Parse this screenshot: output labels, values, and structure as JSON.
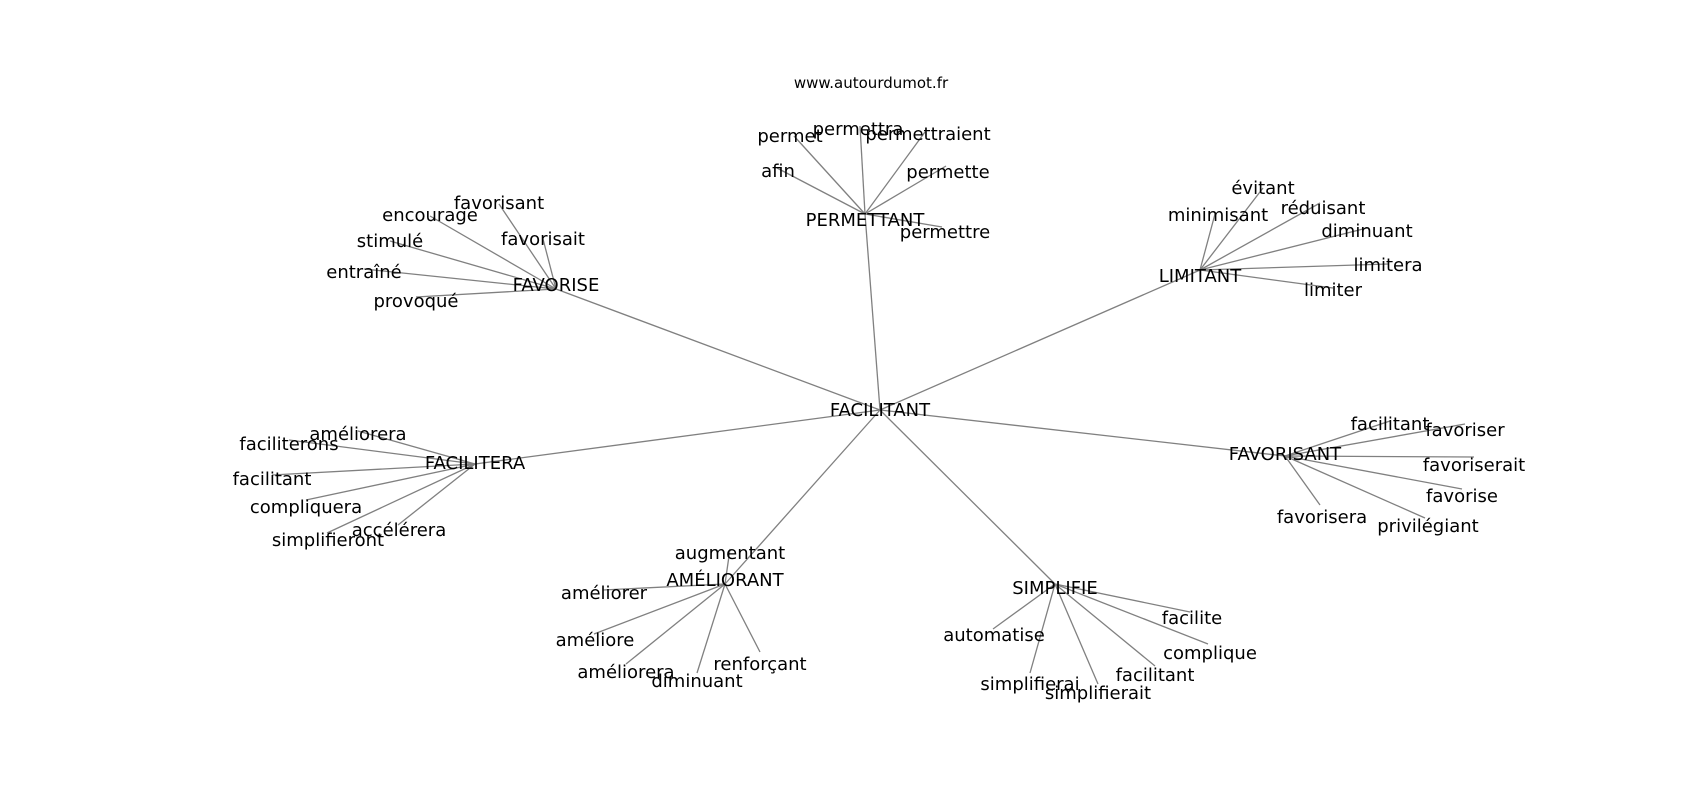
{
  "watermark": "www.autourdumot.fr",
  "center": "FACILITANT",
  "hubs": [
    {
      "label": "PERMETTANT",
      "words": [
        "permet",
        "permettra",
        "permettraient",
        "afin",
        "permette",
        "permettre"
      ]
    },
    {
      "label": "LIMITANT",
      "words": [
        "évitant",
        "minimisant",
        "réduisant",
        "diminuant",
        "limitera",
        "limiter"
      ]
    },
    {
      "label": "FAVORISANT",
      "words": [
        "facilitant",
        "favoriser",
        "favoriserait",
        "favorise",
        "favorisera",
        "privilégiant"
      ]
    },
    {
      "label": "SIMPLIFIE",
      "words": [
        "facilite",
        "automatise",
        "complique",
        "facilitant",
        "simplifierai",
        "simplifierait"
      ]
    },
    {
      "label": "AMÉLIORANT",
      "words": [
        "augmentant",
        "améliorer",
        "améliore",
        "renforçant",
        "améliorera",
        "diminuant"
      ]
    },
    {
      "label": "FACILITERA",
      "words": [
        "améliorera",
        "faciliterons",
        "facilitant",
        "compliquera",
        "accélérera",
        "simplifieront"
      ]
    },
    {
      "label": "FAVORISE",
      "words": [
        "favorisant",
        "encourage",
        "favorisait",
        "stimulé",
        "entraîné",
        "provoqué"
      ]
    }
  ]
}
